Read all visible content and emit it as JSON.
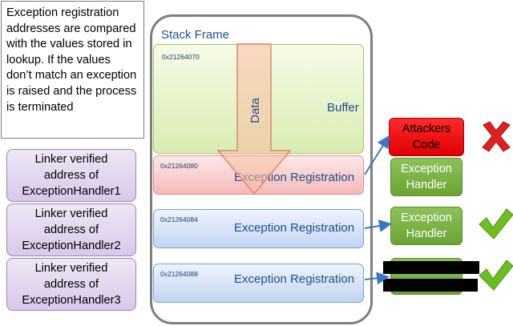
{
  "note": "Exception registration addresses are compared with the values stored in lookup. If the values don’t match an exception is raised and the process is terminated",
  "linkers": [
    "Linker verified\naddress of\nExceptionHandler1",
    "Linker verified\naddress of\nExceptionHandler2",
    "Linker verified\naddress of\nExceptionHandler3"
  ],
  "stack_frame": {
    "title": "Stack Frame",
    "buffer": {
      "address": "0x21264070",
      "label": "Buffer"
    },
    "data_arrow_label": "Data",
    "registrations": [
      {
        "address": "0x21264080",
        "label": "Exception Registration"
      },
      {
        "address": "0x21264084",
        "label": "Exception Registration"
      },
      {
        "address": "0x21264088",
        "label": "Exception Registration"
      }
    ]
  },
  "attackers_code": "Attackers\nCode",
  "handlers": [
    "Exception\nHandler",
    "Exception\nHandler"
  ],
  "icons": [
    "cross-icon",
    "check-icon",
    "check-icon"
  ],
  "colors": {
    "cross": "#e02020",
    "check": "#6cbf1f",
    "arrow": "#3b78c3"
  }
}
